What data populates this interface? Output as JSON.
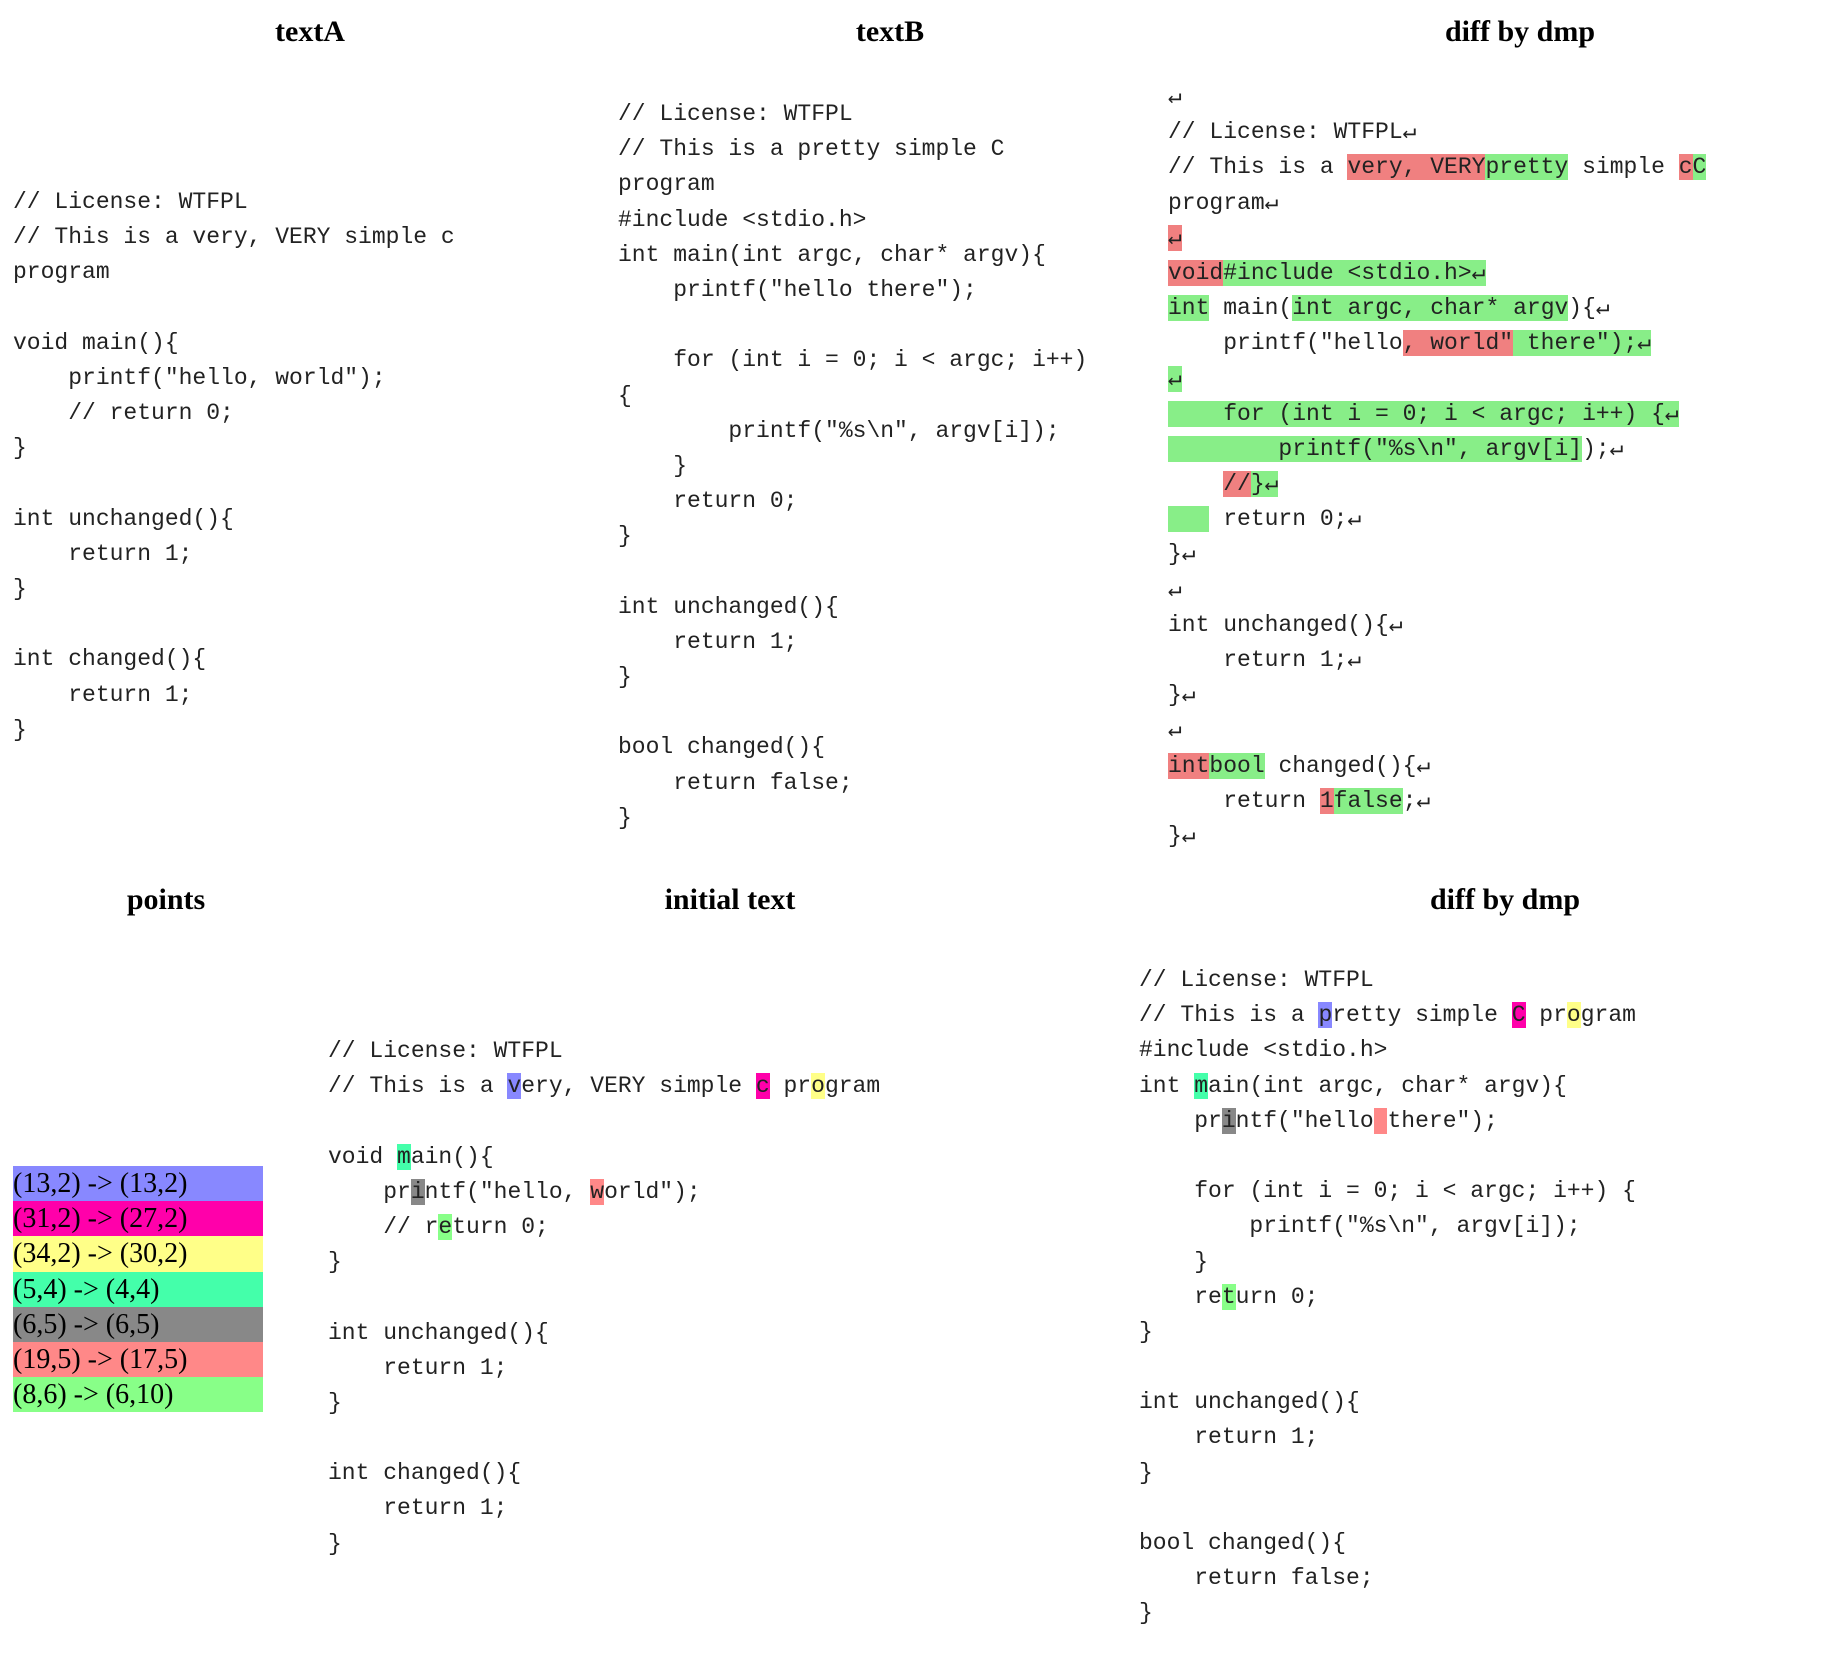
{
  "colors": {
    "del": "#f08080",
    "ins": "#88ee88",
    "p1": "#8888ff",
    "p2": "#ff00aa",
    "p3": "#ffff88",
    "p4": "#44ffaa",
    "p5": "#888888",
    "p6": "#ff8888",
    "p7": "#88ff88",
    "newline_mark": "↵"
  },
  "titles": {
    "textA": "textA",
    "textB": "textB",
    "diff_top": "diff by dmp",
    "points": "points",
    "initial": "initial text",
    "diff_bottom": "diff by dmp"
  },
  "textA": [
    [
      [
        "// License: WTFPL"
      ]
    ],
    [
      [
        "// This is a very, VERY simple c"
      ]
    ],
    [
      [
        "program"
      ]
    ],
    [
      [
        ""
      ]
    ],
    [
      [
        "void main(){"
      ]
    ],
    [
      [
        "    printf(\"hello, world\");"
      ]
    ],
    [
      [
        "    // return 0;"
      ]
    ],
    [
      [
        "}"
      ]
    ],
    [
      [
        ""
      ]
    ],
    [
      [
        "int unchanged(){"
      ]
    ],
    [
      [
        "    return 1;"
      ]
    ],
    [
      [
        "}"
      ]
    ],
    [
      [
        ""
      ]
    ],
    [
      [
        "int changed(){"
      ]
    ],
    [
      [
        "    return 1;"
      ]
    ],
    [
      [
        "}"
      ]
    ]
  ],
  "textB": [
    [
      [
        "// License: WTFPL"
      ]
    ],
    [
      [
        "// This is a pretty simple C"
      ]
    ],
    [
      [
        "program"
      ]
    ],
    [
      [
        "#include <stdio.h>"
      ]
    ],
    [
      [
        "int main(int argc, char* argv){"
      ]
    ],
    [
      [
        "    printf(\"hello there\");"
      ]
    ],
    [
      [
        ""
      ]
    ],
    [
      [
        "    for (int i = 0; i < argc; i++)"
      ]
    ],
    [
      [
        "{"
      ]
    ],
    [
      [
        "        printf(\"%s\\n\", argv[i]);"
      ]
    ],
    [
      [
        "    }"
      ]
    ],
    [
      [
        "    return 0;"
      ]
    ],
    [
      [
        "}"
      ]
    ],
    [
      [
        ""
      ]
    ],
    [
      [
        "int unchanged(){"
      ]
    ],
    [
      [
        "    return 1;"
      ]
    ],
    [
      [
        "}"
      ]
    ],
    [
      [
        ""
      ]
    ],
    [
      [
        "bool changed(){"
      ]
    ],
    [
      [
        "    return false;"
      ]
    ],
    [
      [
        "}"
      ]
    ]
  ],
  "diffTop": [
    [
      [
        "↵"
      ]
    ],
    [
      [
        "// License: WTFPL↵"
      ]
    ],
    [
      [
        "// This is a "
      ],
      [
        "very, VERY",
        "del"
      ],
      [
        "pretty",
        "ins"
      ],
      [
        " simple "
      ],
      [
        "c",
        "del"
      ],
      [
        "C",
        "ins"
      ]
    ],
    [
      [
        "program↵"
      ]
    ],
    [
      [
        "↵",
        "del"
      ]
    ],
    [
      [
        "void",
        "del"
      ],
      [
        "#include <stdio.h>↵",
        "ins"
      ]
    ],
    [
      [
        "int",
        "ins"
      ],
      [
        " main("
      ],
      [
        "int argc, char* argv",
        "ins"
      ],
      [
        "){↵"
      ]
    ],
    [
      [
        "    printf(\"hello"
      ],
      [
        ", world\"",
        "del"
      ],
      [
        " there\");↵",
        "ins"
      ]
    ],
    [
      [
        "↵",
        "ins"
      ]
    ],
    [
      [
        "    for (int i = 0; i < argc; i++) {↵",
        "ins"
      ]
    ],
    [
      [
        "        printf(\"%s\\n\", argv[i]",
        "ins"
      ],
      [
        ");↵"
      ]
    ],
    [
      [
        "    "
      ],
      [
        "//",
        "del"
      ],
      [
        "}↵",
        "ins"
      ]
    ],
    [
      [
        "   ",
        "ins"
      ],
      [
        " return 0;↵"
      ]
    ],
    [
      [
        "}↵"
      ]
    ],
    [
      [
        "↵"
      ]
    ],
    [
      [
        "int unchanged(){↵"
      ]
    ],
    [
      [
        "    return 1;↵"
      ]
    ],
    [
      [
        "}↵"
      ]
    ],
    [
      [
        "↵"
      ]
    ],
    [
      [
        "int",
        "del"
      ],
      [
        "bool",
        "ins"
      ],
      [
        " changed(){↵"
      ]
    ],
    [
      [
        "    return "
      ],
      [
        "1",
        "del"
      ],
      [
        "false",
        "ins"
      ],
      [
        ";↵"
      ]
    ],
    [
      [
        "}↵"
      ]
    ]
  ],
  "points": [
    [
      "(13,2) -> (13,2)",
      "p1"
    ],
    [
      "(31,2) -> (27,2)",
      "p2"
    ],
    [
      "(34,2) -> (30,2)",
      "p3"
    ],
    [
      "(5,4) -> (4,4)",
      "p4"
    ],
    [
      "(6,5) -> (6,5)",
      "p5"
    ],
    [
      "(19,5) -> (17,5)",
      "p6"
    ],
    [
      "(8,6) -> (6,10)",
      "p7"
    ]
  ],
  "initial": [
    [
      [
        "// License: WTFPL"
      ]
    ],
    [
      [
        "// This is a "
      ],
      [
        "v",
        "p1"
      ],
      [
        "ery, VERY simple "
      ],
      [
        "c",
        "p2"
      ],
      [
        " pr"
      ],
      [
        "o",
        "p3"
      ],
      [
        "gram"
      ]
    ],
    [
      [
        ""
      ]
    ],
    [
      [
        "void "
      ],
      [
        "m",
        "p4"
      ],
      [
        "ain(){"
      ]
    ],
    [
      [
        "    pr"
      ],
      [
        "i",
        "p5"
      ],
      [
        "ntf(\"hello, "
      ],
      [
        "w",
        "p6"
      ],
      [
        "orld\");"
      ]
    ],
    [
      [
        "    // r"
      ],
      [
        "e",
        "p7"
      ],
      [
        "turn 0;"
      ]
    ],
    [
      [
        "}"
      ]
    ],
    [
      [
        ""
      ]
    ],
    [
      [
        "int unchanged(){"
      ]
    ],
    [
      [
        "    return 1;"
      ]
    ],
    [
      [
        "}"
      ]
    ],
    [
      [
        ""
      ]
    ],
    [
      [
        "int changed(){"
      ]
    ],
    [
      [
        "    return 1;"
      ]
    ],
    [
      [
        "}"
      ]
    ]
  ],
  "diffBottom": [
    [
      [
        "// License: WTFPL"
      ]
    ],
    [
      [
        "// This is a "
      ],
      [
        "p",
        "p1"
      ],
      [
        "retty simple "
      ],
      [
        "C",
        "p2"
      ],
      [
        " pr"
      ],
      [
        "o",
        "p3"
      ],
      [
        "gram"
      ]
    ],
    [
      [
        "#include <stdio.h>"
      ]
    ],
    [
      [
        "int "
      ],
      [
        "m",
        "p4"
      ],
      [
        "ain(int argc, char* argv){"
      ]
    ],
    [
      [
        "    pr"
      ],
      [
        "i",
        "p5"
      ],
      [
        "ntf(\"hello"
      ],
      [
        " ",
        "p6"
      ],
      [
        "there\");"
      ]
    ],
    [
      [
        ""
      ]
    ],
    [
      [
        "    for (int i = 0; i < argc; i++) {"
      ]
    ],
    [
      [
        "        printf(\"%s\\n\", argv[i]);"
      ]
    ],
    [
      [
        "    }"
      ]
    ],
    [
      [
        "    re"
      ],
      [
        "t",
        "p7"
      ],
      [
        "urn 0;"
      ]
    ],
    [
      [
        "}"
      ]
    ],
    [
      [
        ""
      ]
    ],
    [
      [
        "int unchanged(){"
      ]
    ],
    [
      [
        "    return 1;"
      ]
    ],
    [
      [
        "}"
      ]
    ],
    [
      [
        ""
      ]
    ],
    [
      [
        "bool changed(){"
      ]
    ],
    [
      [
        "    return false;"
      ]
    ],
    [
      [
        "}"
      ]
    ]
  ]
}
